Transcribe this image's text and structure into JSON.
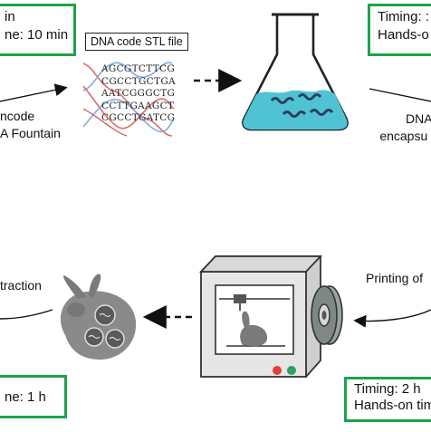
{
  "step1": {
    "timing_line1": "in",
    "timing_line2": "ne: 10 min",
    "caption_line1": "ncode",
    "caption_line2": "A Fountain"
  },
  "file_label": "DNA code STL file",
  "sequences": [
    "AGCGTCTTCG",
    "CGCCTGCTGA",
    "AATCGGGCTG",
    "CCTTGAAGCT",
    "CGCCTGATCG"
  ],
  "step3": {
    "timing_line1": "Timing: :",
    "timing_line2": "Hands-o",
    "caption_line1": "DNA",
    "caption_line2": "encapsu"
  },
  "step4": {
    "caption": "Printing of",
    "timing_line1": "Timing: 2 h",
    "timing_line2": "Hands-on tim"
  },
  "step5": {
    "caption": "traction",
    "timing_line1": "ne: 1 h"
  },
  "colors": {
    "box_border": "#1fa24a",
    "liquid": "#4fc3d4",
    "printer_body": "#e6e6e6",
    "dna_red": "#d9534f",
    "dna_blue": "#6a9fd8"
  }
}
